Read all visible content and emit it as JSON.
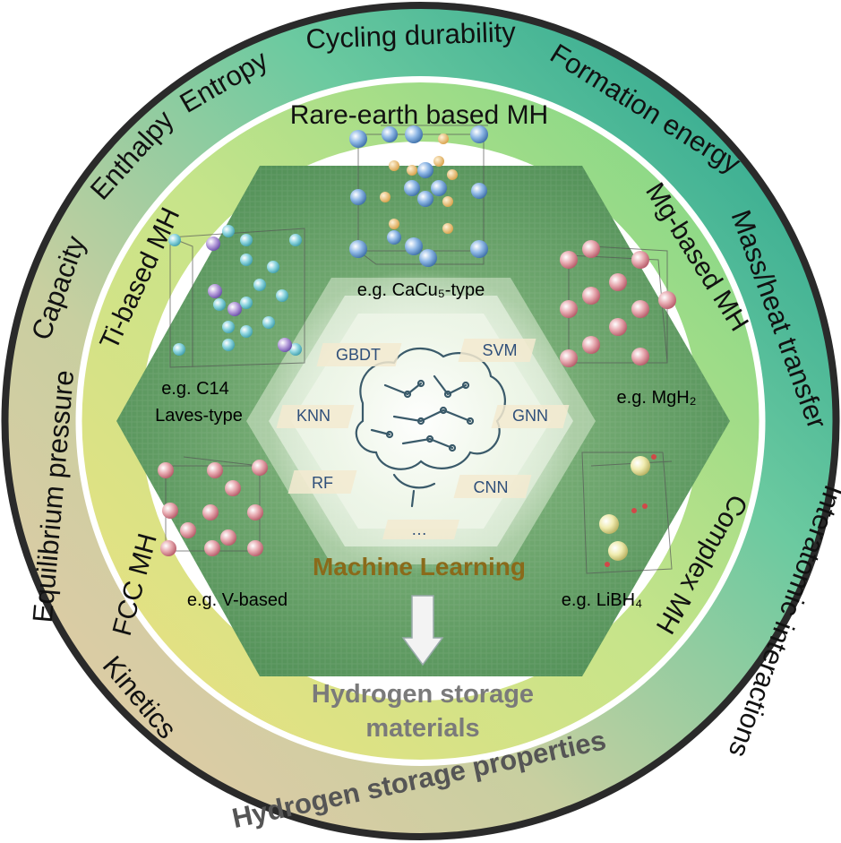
{
  "outer_ring": {
    "items": [
      "Cycling durability",
      "Formation energy",
      "Mass/heat transfer",
      "Interatomic interactions",
      "Hydrogen storage properties",
      "Kinetics",
      "Equilibrium pressure",
      "Capacity",
      "Enthalpy",
      "Entropy"
    ]
  },
  "inner_ring": {
    "items": [
      "Rare-earth based MH",
      "Mg-based MH",
      "Complex MH",
      "FCC MH",
      "Ti-based MH"
    ]
  },
  "examples": {
    "rare_earth": "e.g. CaCu₅-type",
    "mg": "e.g. MgH₂",
    "complex": "e.g. LiBH₄",
    "fcc": "e.g. V-based",
    "ti_line1": "e.g. C14",
    "ti_line2": "Laves-type"
  },
  "ml_methods": [
    "GBDT",
    "SVM",
    "KNN",
    "GNN",
    "RF",
    "CNN",
    "…"
  ],
  "center": {
    "title": "Machine Learning",
    "target_line1": "Hydrogen storage",
    "target_line2": "materials"
  },
  "colors": {
    "outer_ring_left": "#e9c9a8",
    "outer_ring_right": "#1f9e8a",
    "inner_ring_left": "#e3e07a",
    "inner_ring_right": "#7fd487",
    "hexagon": "#5a9a5c",
    "ml_title": "#8a6a1a"
  }
}
